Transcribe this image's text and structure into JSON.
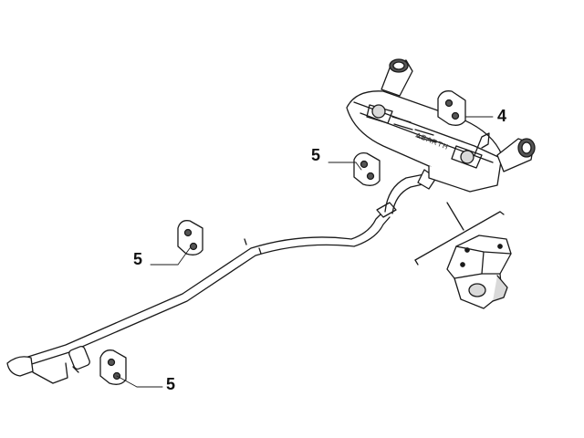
{
  "callouts": {
    "rear_hanger_upper": "5",
    "muffler_hanger_right": "4",
    "mid_hanger": "5",
    "front_hanger_lower": "5"
  },
  "muffler_label": "ABARTH",
  "colors": {
    "line": "#1a1a1a",
    "fill": "#ffffff",
    "shade": "#d9d9d9",
    "dark": "#555555"
  }
}
